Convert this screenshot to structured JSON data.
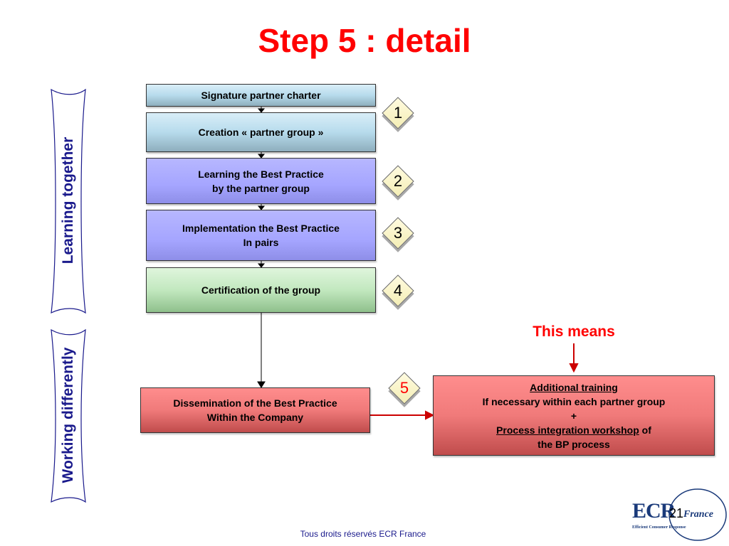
{
  "title": "Step 5 : detail",
  "side_labels": {
    "top": "Learning together",
    "bottom": "Working differently"
  },
  "steps": {
    "signature": "Signature partner charter",
    "creation": "Creation « partner group »",
    "learning_line1": "Learning the Best Practice",
    "learning_line2": "by the partner group",
    "implementation_line1": "Implementation the Best Practice",
    "implementation_line2": "In pairs",
    "certification": "Certification of the group",
    "dissemination_line1": "Dissemination of the Best Practice",
    "dissemination_line2": "Within the Company"
  },
  "markers": [
    "1",
    "2",
    "3",
    "4",
    "5"
  ],
  "this_means": "This means",
  "detail_box": {
    "line1": "Additional training",
    "line2": "If necessary within each partner group",
    "line3": "+",
    "line4_underlined": "Process integration workshop",
    "line4_rest": " of",
    "line5": "the BP process"
  },
  "footer": "Tous droits réservés ECR France",
  "page_number": "21",
  "logo": {
    "ecr": "ECR",
    "france": "France",
    "subtitle": "Efficient Consumer Response"
  },
  "colors": {
    "title": "#ff0000",
    "accent_arrow": "#cc0000",
    "label_blue": "#1a1a8c"
  }
}
